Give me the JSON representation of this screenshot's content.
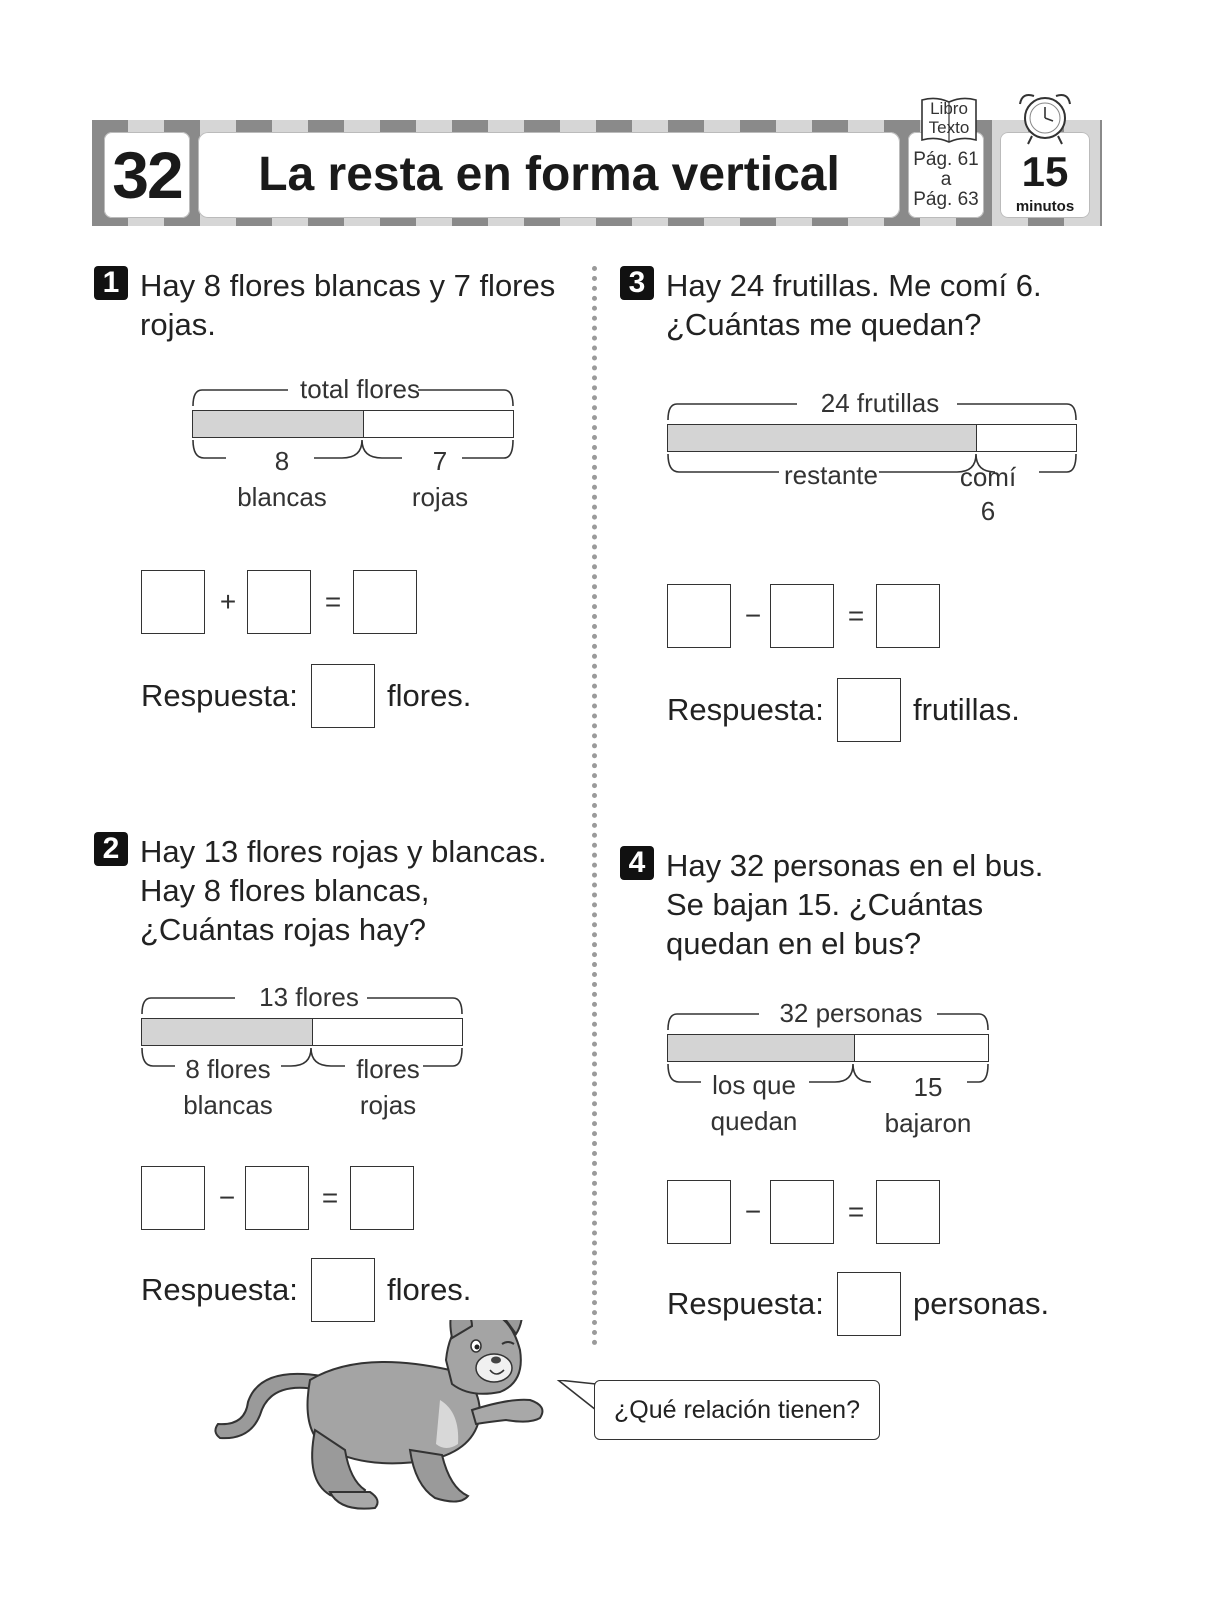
{
  "header": {
    "lesson_number": "32",
    "title": "La resta en forma vertical",
    "book_label": "Libro Texto",
    "pages": [
      "Pág. 61",
      "a",
      "Pág. 63"
    ],
    "minutes_value": "15",
    "minutes_label": "minutos"
  },
  "problems": [
    {
      "number": "1",
      "lines": [
        "Hay 8 flores blancas y 7 flores",
        "rojas."
      ],
      "diagram": {
        "total": "total flores",
        "left": [
          "8",
          "blancas"
        ],
        "right": [
          "7",
          "rojas"
        ],
        "fill_fraction": 0.53
      },
      "equation_operator": "+",
      "equals": "=",
      "answer_label": "Respuesta:",
      "answer_unit": "flores."
    },
    {
      "number": "2",
      "lines": [
        "Hay 13 flores rojas y blancas.",
        "Hay 8 flores blancas,",
        "¿Cuántas rojas hay?"
      ],
      "diagram": {
        "total": "13 flores",
        "left": [
          "8 flores",
          "blancas"
        ],
        "right": [
          "flores",
          "rojas"
        ],
        "fill_fraction": 0.53
      },
      "equation_operator": "−",
      "equals": "=",
      "answer_label": "Respuesta:",
      "answer_unit": "flores."
    },
    {
      "number": "3",
      "lines": [
        "Hay 24 frutillas. Me comí 6.",
        "¿Cuántas me quedan?"
      ],
      "diagram": {
        "total": "24 frutillas",
        "left": [
          "restante"
        ],
        "right": [
          "comí",
          "6"
        ],
        "fill_fraction": 0.755
      },
      "equation_operator": "−",
      "equals": "=",
      "answer_label": "Respuesta:",
      "answer_unit": "frutillas."
    },
    {
      "number": "4",
      "lines": [
        "Hay 32 personas en el bus.",
        "Se bajan 15. ¿Cuántas",
        "quedan en el bus?"
      ],
      "diagram": {
        "total": "32 personas",
        "left": [
          "los que",
          "quedan"
        ],
        "right": [
          "15",
          "bajaron"
        ],
        "fill_fraction": 0.58
      },
      "equation_operator": "−",
      "equals": "=",
      "answer_label": "Respuesta:",
      "answer_unit": "personas."
    }
  ],
  "speech_bubble": "¿Qué relación tienen?",
  "mascot": "cat-mascot"
}
